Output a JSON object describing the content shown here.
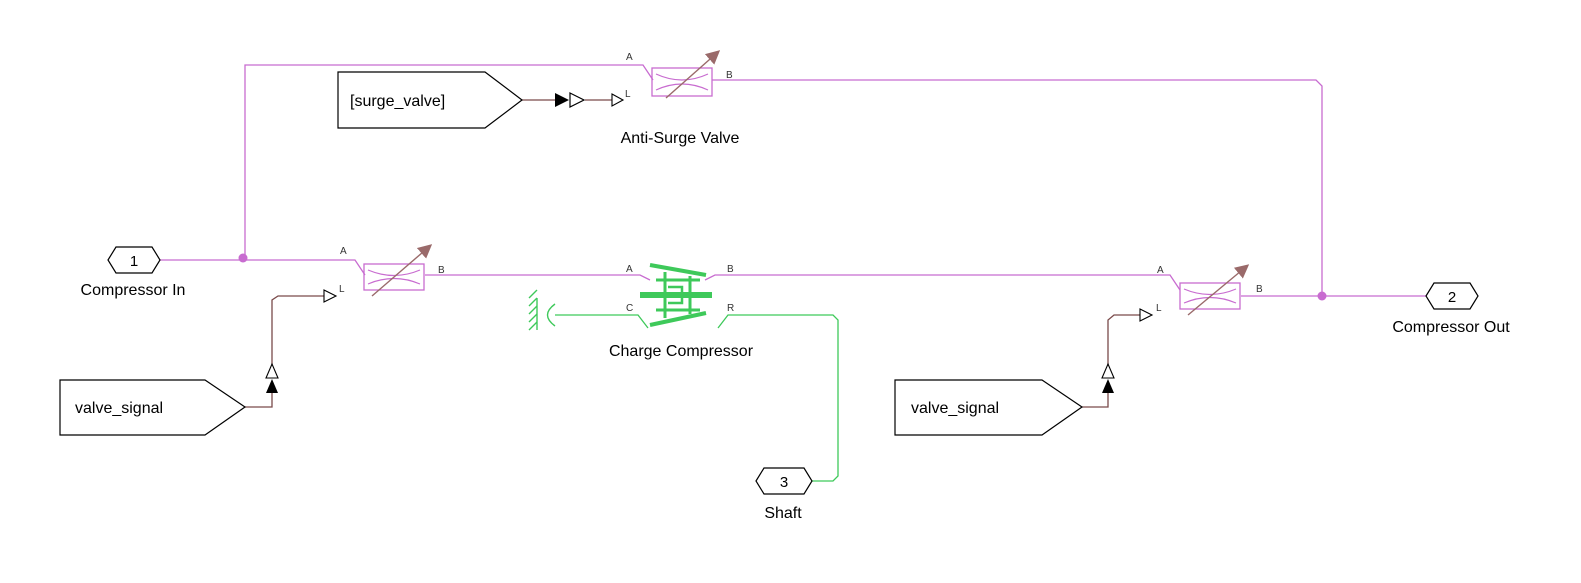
{
  "colors": {
    "fluid": "#c86cd0",
    "mech": "#3ec95a",
    "signal": "#7a4a4a",
    "arrow": "#9a6a6a",
    "black": "#000000"
  },
  "ports": {
    "in": {
      "number": "1",
      "label": "Compressor In"
    },
    "out": {
      "number": "2",
      "label": "Compressor Out"
    },
    "shaft": {
      "number": "3",
      "label": "Shaft"
    }
  },
  "goto_tags": {
    "surge": "[surge_valve]",
    "valve_left": "valve_signal",
    "valve_right": "valve_signal"
  },
  "blocks": {
    "anti_surge_valve": {
      "label": "Anti-Surge Valve",
      "port_a": "A",
      "port_b": "B",
      "port_l": "L"
    },
    "inlet_valve": {
      "port_a": "A",
      "port_b": "B",
      "port_l": "L"
    },
    "outlet_valve": {
      "port_a": "A",
      "port_b": "B",
      "port_l": "L"
    },
    "compressor": {
      "label": "Charge Compressor",
      "port_a": "A",
      "port_b": "B",
      "port_c": "C",
      "port_r": "R"
    }
  },
  "icons": [
    "variable-orifice-icon",
    "compressor-icon",
    "mechanical-reference-icon",
    "inport-icon",
    "outport-icon"
  ]
}
